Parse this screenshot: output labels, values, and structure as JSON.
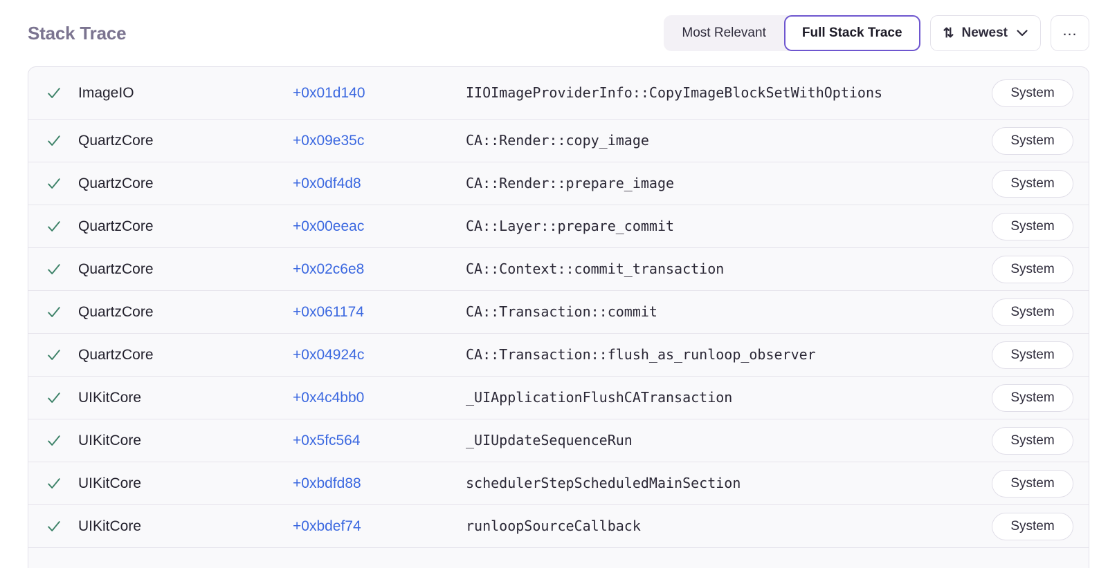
{
  "header": {
    "title": "Stack Trace",
    "segmented": {
      "options": [
        {
          "label": "Most Relevant",
          "active": false
        },
        {
          "label": "Full Stack Trace",
          "active": true
        }
      ]
    },
    "sort": {
      "icon": "sort-arrows-icon",
      "label": "Newest",
      "chevron": "⌄"
    },
    "more": {
      "label": "…",
      "icon": "ellipsis-icon"
    }
  },
  "colors": {
    "accent_purple": "#6e56cf",
    "title_purple": "#7b7490",
    "offset_blue": "#3b68e0",
    "check_green": "#3d8268",
    "row_bg": "#f9f9fb",
    "border": "#e3e1ea"
  },
  "frames": [
    {
      "checked": true,
      "module": "ImageIO",
      "offset": "+0x01d140",
      "function": "IIOImageProviderInfo::CopyImageBlockSetWithOptions",
      "badge": "System"
    },
    {
      "checked": true,
      "module": "QuartzCore",
      "offset": "+0x09e35c",
      "function": "CA::Render::copy_image",
      "badge": "System"
    },
    {
      "checked": true,
      "module": "QuartzCore",
      "offset": "+0x0df4d8",
      "function": "CA::Render::prepare_image",
      "badge": "System"
    },
    {
      "checked": true,
      "module": "QuartzCore",
      "offset": "+0x00eeac",
      "function": "CA::Layer::prepare_commit",
      "badge": "System"
    },
    {
      "checked": true,
      "module": "QuartzCore",
      "offset": "+0x02c6e8",
      "function": "CA::Context::commit_transaction",
      "badge": "System"
    },
    {
      "checked": true,
      "module": "QuartzCore",
      "offset": "+0x061174",
      "function": "CA::Transaction::commit",
      "badge": "System"
    },
    {
      "checked": true,
      "module": "QuartzCore",
      "offset": "+0x04924c",
      "function": "CA::Transaction::flush_as_runloop_observer",
      "badge": "System"
    },
    {
      "checked": true,
      "module": "UIKitCore",
      "offset": "+0x4c4bb0",
      "function": "_UIApplicationFlushCATransaction",
      "badge": "System"
    },
    {
      "checked": true,
      "module": "UIKitCore",
      "offset": "+0x5fc564",
      "function": "_UIUpdateSequenceRun",
      "badge": "System"
    },
    {
      "checked": true,
      "module": "UIKitCore",
      "offset": "+0xbdfd88",
      "function": "schedulerStepScheduledMainSection",
      "badge": "System"
    },
    {
      "checked": true,
      "module": "UIKitCore",
      "offset": "+0xbdef74",
      "function": "runloopSourceCallback",
      "badge": "System"
    }
  ]
}
